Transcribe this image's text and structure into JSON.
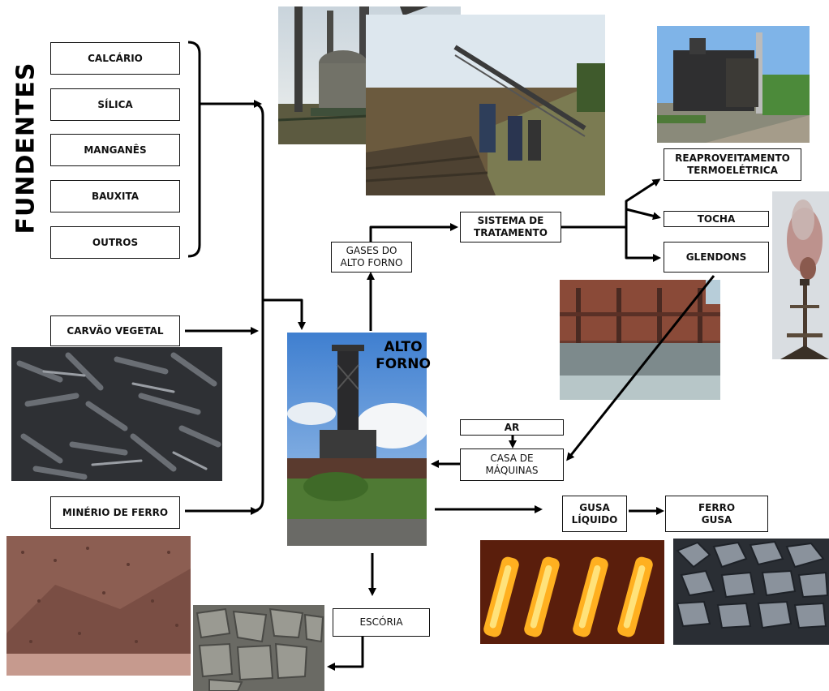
{
  "side_title": "FUNDENTES",
  "fundentes": [
    "CALCÁRIO",
    "SÍLICA",
    "MANGANÊS",
    "BAUXITA",
    "OUTROS"
  ],
  "inputs": {
    "carvao": "CARVÃO VEGETAL",
    "minerio": "MINÉRIO DE FERRO"
  },
  "furnace": {
    "label": "ALTO\nFORNO"
  },
  "gas": {
    "gases": "GASES DO\nALTO FORNO",
    "sistema": "SISTEMA DE\nTRATAMENTO",
    "reaproveitamento": "REAPROVEITAMENTO\nTERMOELÉTRICA",
    "tocha": "TOCHA",
    "glendons": "GLENDONS"
  },
  "air": {
    "ar": "AR",
    "casa": "CASA DE\nMÁQUINAS"
  },
  "outputs": {
    "gusa_liquido": "GUSA\nLÍQUIDO",
    "ferro_gusa": "FERRO\nGUSA",
    "escoria": "ESCÓRIA"
  },
  "photos": [
    "industrial-plant-photo",
    "conveyor-photo",
    "thermo-plant-photo",
    "torch-photo",
    "glendons-photo",
    "charcoal-photo",
    "furnace-photo",
    "iron-ore-photo",
    "slag-photo",
    "molten-iron-photo",
    "pig-iron-photo"
  ]
}
